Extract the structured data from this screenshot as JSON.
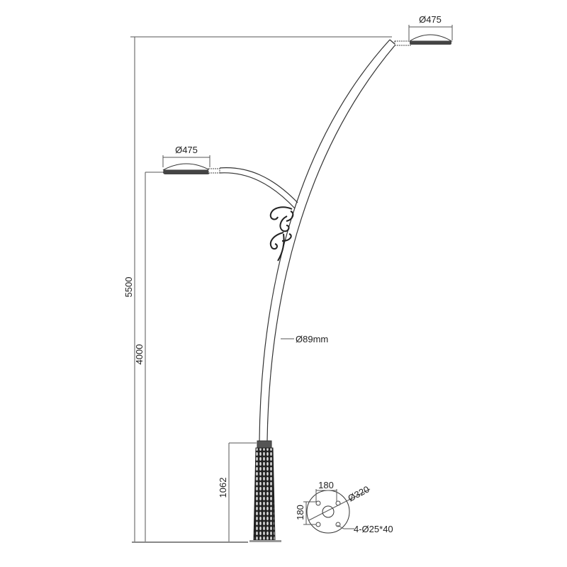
{
  "drawing": {
    "overall_height": "5500",
    "lower_lamp_height": "4000",
    "base_height": "1062",
    "pole_diameter": "Ø89mm",
    "upper_lamp_diameter": "Ø475",
    "lower_lamp_diameter": "Ø475",
    "base_plate": {
      "bolt_spacing_x": "180",
      "bolt_spacing_y": "180",
      "plate_diameter": "Ø320",
      "bolt_holes": "4-Ø25*40"
    }
  }
}
